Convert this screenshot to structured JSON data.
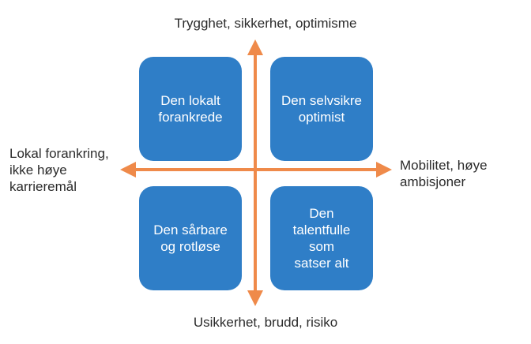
{
  "diagram": {
    "axes": {
      "top": "Trygghet, sikkerhet, optimisme",
      "bottom": "Usikkerhet, brudd, risiko",
      "left": "Lokal forankring,\nikke høye\nkarrieremål",
      "right": "Mobilitet, høye\nambisjoner"
    },
    "quadrants": {
      "top_left": "Den lokalt\nforankrede",
      "top_right": "Den selvsikre\noptimist",
      "bottom_left": "Den sårbare\nog rotløse",
      "bottom_right": "Den\ntalentfulle\nsom\nsatser alt"
    },
    "colors": {
      "quadrant_fill": "#2f7ec7",
      "arrow": "#ef8a4a",
      "text": "#2b2b2b"
    }
  }
}
